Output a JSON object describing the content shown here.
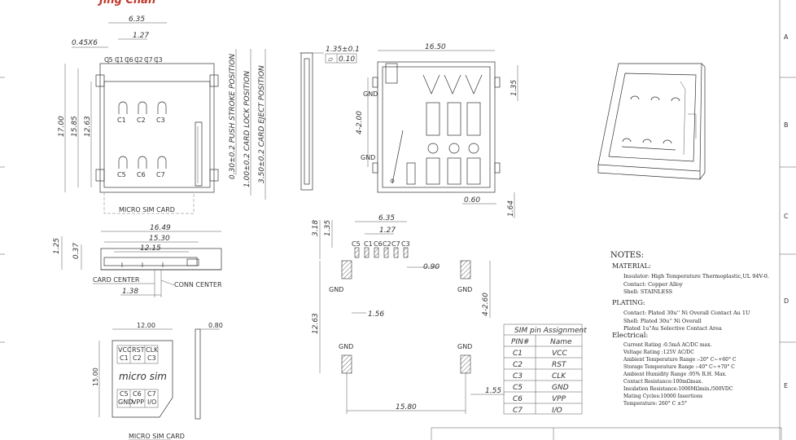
{
  "header": {
    "brand": "Jing Chan"
  },
  "border_letters": [
    "A",
    "B",
    "C",
    "D",
    "E"
  ],
  "top_view": {
    "dims": [
      "6.35",
      "1.27",
      "0.45X6",
      "17.00",
      "15.85",
      "12.63"
    ],
    "pin_labels_top": [
      "C5",
      "C1",
      "C6",
      "C2",
      "C7",
      "C3"
    ],
    "contacts_row1": [
      "C1",
      "C2",
      "C3"
    ],
    "contacts_row2": [
      "C5",
      "C6",
      "C7"
    ],
    "positions": [
      "0.30±0.2 PUSH STROKE POSITION",
      "1.00±0.2 CARD LOCK POSITION",
      "3.50±0.2 CARD EJECT POSITION"
    ],
    "card_label": "MICRO SIM CARD"
  },
  "side_view": {
    "dims": [
      "1.35±0.1",
      "0.10"
    ]
  },
  "bottom_view": {
    "dims": [
      "16.50",
      "1.35",
      "4-2.00",
      "0.60",
      "1.64"
    ],
    "gnd": [
      "GND",
      "GND"
    ]
  },
  "front_view": {
    "dims": [
      "16.49",
      "15.30",
      "12.15",
      "1.25",
      "0.37",
      "1.38"
    ],
    "card_center": "CARD CENTER",
    "conn_center": "CONN CENTER"
  },
  "pcb_layout": {
    "dims": [
      "6.35",
      "1.27",
      "3.18",
      "1.35",
      "0.90",
      "1.56",
      "4-2.60",
      "12.63",
      "1.55",
      "15.80"
    ],
    "pin_labels": [
      "C5",
      "C1",
      "C6",
      "C2",
      "C7",
      "C3"
    ],
    "gnd": [
      "GND",
      "GND",
      "GND",
      "GND"
    ]
  },
  "sim_card": {
    "dims": [
      "12.00",
      "15.00",
      "0.80"
    ],
    "text": "micro sim",
    "cells_top": [
      "VCC",
      "RST",
      "CLK"
    ],
    "cells_top2": [
      "C1",
      "C2",
      "C3"
    ],
    "cells_bot": [
      "C5",
      "C6",
      "C7"
    ],
    "cells_bot2": [
      "GND",
      "VPP",
      "I/O"
    ],
    "caption": "MICRO SIM CARD"
  },
  "pin_table": {
    "title": "SIM pin Assignment",
    "headers": [
      "PIN#",
      "Name"
    ],
    "rows": [
      {
        "pin": "C1",
        "name": "VCC"
      },
      {
        "pin": "C2",
        "name": "RST"
      },
      {
        "pin": "C3",
        "name": "CLK"
      },
      {
        "pin": "C5",
        "name": "GND"
      },
      {
        "pin": "C6",
        "name": "VPP"
      },
      {
        "pin": "C7",
        "name": "I/O"
      }
    ]
  },
  "notes": {
    "title": "NOTES:",
    "sections": [
      {
        "heading": "MATERIAL:",
        "lines": [
          "Insulator: High Temperature Thermoplastic,UL 94V-0.",
          "Contact: Copper Alloy",
          "Shell: STAINLESS"
        ]
      },
      {
        "heading": "PLATING:",
        "lines": [
          "Contact: Plated 30u'' Ni Overall Contact Au 1U",
          "Shell: Plated 30u'' Ni Overall",
          "Plated 1u\"Au Selective Contact Area"
        ]
      },
      {
        "heading": "Electrical:",
        "lines": [
          "Current Rating :0.5mA AC/DC max.",
          "Voltage Rating :125V AC/DC",
          "Ambient Temperature Range :-20° C~+60° C",
          "Storage Temperature Range :-40° C~+70° C",
          "Ambient Humidity Range :95% R.H. Max.",
          "Contact Resistance:100mΩmax.",
          "Insulation Resistance:1000MΩmin./500VDC",
          "Mating Cycles:10000 Insertions",
          "Temperature: 260° C ±5°"
        ]
      }
    ]
  }
}
